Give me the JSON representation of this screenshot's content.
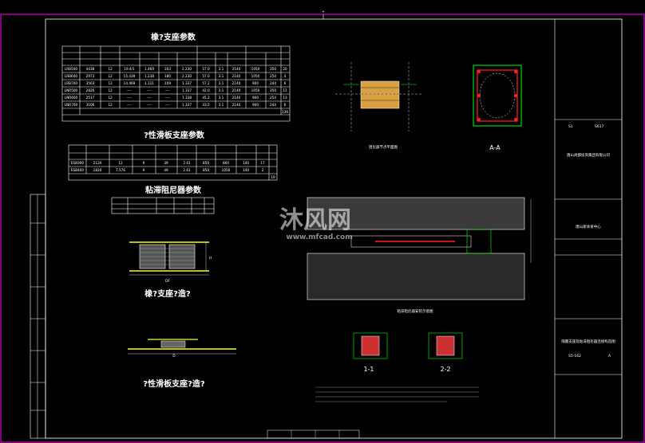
{
  "colors": {
    "background": "#000000",
    "line": "#ffffff",
    "dim": "#00ff00",
    "accent": "#ffff00",
    "rebar": "#ff2020",
    "frame": "#ff00ff",
    "fill_orange": "#d8a040"
  },
  "tables": {
    "bearing": {
      "title": "橡?支座参数",
      "rows": [
        [
          "LRB500",
          "4438",
          "12",
          "19.4/1",
          "1.469",
          "203",
          "2.230",
          "57.0",
          "3.1",
          "2140",
          "1050",
          "350",
          "20"
        ],
        [
          "LRB600",
          "2973",
          "12",
          "15.439",
          "1.238",
          "180",
          "2.230",
          "57.0",
          "3.1",
          "2140",
          "1050",
          "254",
          "4"
        ],
        [
          "LRB700",
          "3503",
          "12",
          "14.469",
          "1.111",
          "109",
          "1.337",
          "57.2",
          "3.1",
          "2140",
          "900",
          "244",
          "6"
        ],
        [
          "LNR500",
          "2826",
          "12",
          "----",
          "----",
          "----",
          "1.337",
          "42.0",
          "3.1",
          "2140",
          "1050",
          "350",
          "12"
        ],
        [
          "LNR600",
          "2517",
          "12",
          "----",
          "----",
          "----",
          "1.338",
          "45.2",
          "3.1",
          "2140",
          "900",
          "254",
          "13"
        ],
        [
          "LNR700",
          "3106",
          "12",
          "----",
          "----",
          "----",
          "1.337",
          "33.5",
          "3.1",
          "2140",
          "900",
          "244",
          "6"
        ]
      ],
      "total": "136"
    },
    "sliding": {
      "title": "?性滑板支座参数",
      "rows": [
        [
          "ESB300",
          "2120",
          "12",
          "9",
          "39",
          "2.61",
          "850",
          "860",
          "140",
          "17"
        ],
        [
          "ESB400",
          "1820",
          "7.576",
          "9",
          "49",
          "2.61",
          "850",
          "1050",
          "140",
          "2"
        ]
      ],
      "total": "19"
    },
    "damper": {
      "title": "粘滞阻尼器参数"
    }
  },
  "drawings": {
    "rubber_bearing": "橡?支座?造?",
    "sliding_bearing": "?性滑板支座?造?",
    "label_df": "DF",
    "label_h": "H",
    "label_d": "D",
    "section_aa": "A-A",
    "section_11": "1-1",
    "section_22": "2-2",
    "middle_plan": "阻尼器节点平面图",
    "middle_title": "粘滞阻尼器安装示意图"
  },
  "titleblock": {
    "company1": "唐山尚都投资集团有限公司",
    "center": "唐山新体育中心",
    "title": "隔震支座及粘滞阻尼器连接构造图",
    "code1": "S1",
    "code2": "S617",
    "code3": "S5-162",
    "letter": "A"
  },
  "watermark": {
    "brand": "沐风网",
    "url": "www.mfcad.com"
  }
}
